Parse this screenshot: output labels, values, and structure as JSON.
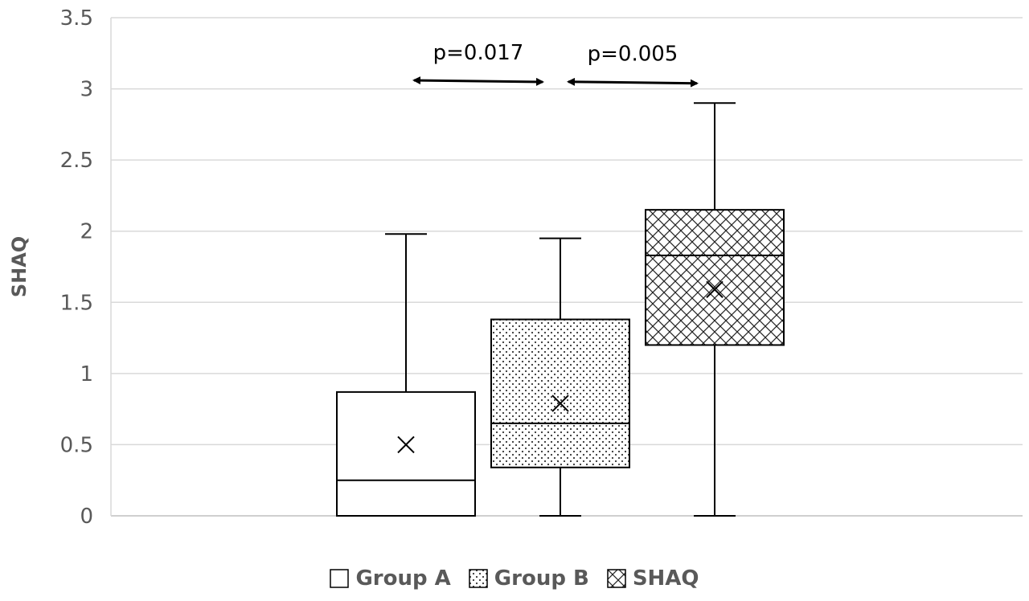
{
  "chart_data": {
    "type": "box",
    "ylabel": "SHAQ",
    "ylim": [
      0,
      3.5
    ],
    "ytick_step": 0.5,
    "yticks": [
      "0",
      "0.5",
      "1",
      "1.5",
      "2",
      "2.5",
      "3",
      "3.5"
    ],
    "grid": true,
    "legend_position": "bottom",
    "series": [
      {
        "name": "Group A",
        "pattern": "none",
        "min": 0,
        "q1": 0,
        "median": 0.25,
        "q3": 0.87,
        "max": 1.98,
        "mean": 0.5
      },
      {
        "name": "Group B",
        "pattern": "dots",
        "min": 0,
        "q1": 0.34,
        "median": 0.65,
        "q3": 1.38,
        "max": 1.95,
        "mean": 0.79
      },
      {
        "name": "SHAQ",
        "pattern": "cross",
        "min": 0,
        "q1": 1.2,
        "median": 1.83,
        "q3": 2.15,
        "max": 2.9,
        "mean": 1.59
      }
    ],
    "annotations": [
      {
        "text": "p=0.017",
        "from": "Group A",
        "to": "Group B",
        "y": 3.06
      },
      {
        "text": "p=0.005",
        "from": "Group B",
        "to": "SHAQ",
        "y": 3.05
      }
    ]
  }
}
